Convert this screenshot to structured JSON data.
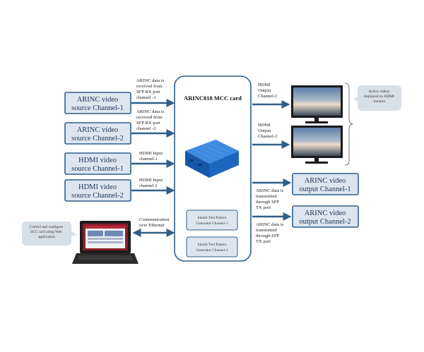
{
  "mcc_card": {
    "title": "ARINC818 MCC card"
  },
  "inputs": [
    {
      "label_line1": "ARINC video",
      "label_line2": "source Channel-1",
      "note": [
        "ARINC data is",
        "received from",
        "SFP RX port",
        "channel -1"
      ]
    },
    {
      "label_line1": "ARINC video",
      "label_line2": "source Channel-2",
      "note": [
        "ARINC data is",
        "received from",
        "SFP RX port",
        "channel -2"
      ]
    },
    {
      "label_line1": "HDMI video",
      "label_line2": "source Channel-1",
      "note": [
        "HDMI Input",
        "channel-1"
      ]
    },
    {
      "label_line1": "HDMI video",
      "label_line2": "source Channel-2",
      "note": [
        "HDMI Input",
        "channel 2"
      ]
    }
  ],
  "outputs": [
    {
      "label_line1": "ARINC video",
      "label_line2": "output Channel-1",
      "note": [
        "ARINC data is",
        "transmitted",
        "through SFP",
        "TX port"
      ]
    },
    {
      "label_line1": "ARINC video",
      "label_line2": "output Channel-2",
      "note": [
        "ARINC data is",
        "transmitted",
        "through SFP",
        "TX port"
      ]
    }
  ],
  "hdmi_outputs": [
    {
      "note": [
        "HDMI",
        "Output",
        "Channel-1"
      ]
    },
    {
      "note": [
        "HDMI",
        "Output",
        "Channel-2"
      ]
    }
  ],
  "generators": [
    {
      "line1": "Inbuilt Test Pattern",
      "line2": "Generator Channel-1"
    },
    {
      "line1": "Inbuilt Test Pattern",
      "line2": "Generator Channel-2"
    }
  ],
  "callouts": {
    "monitor": [
      "Active videos",
      "displayed on HDMI",
      "monitor"
    ],
    "laptop": [
      "Control and configure",
      "SCC card using Web",
      "application"
    ]
  },
  "ethernet": {
    "note": [
      "Communication",
      "over Ethernet"
    ]
  },
  "colors": {
    "accent": "#2e5f8a",
    "box_fill": "#dde6f0",
    "callout_fill": "#d7dfe8",
    "device": "#1f6fc4"
  }
}
